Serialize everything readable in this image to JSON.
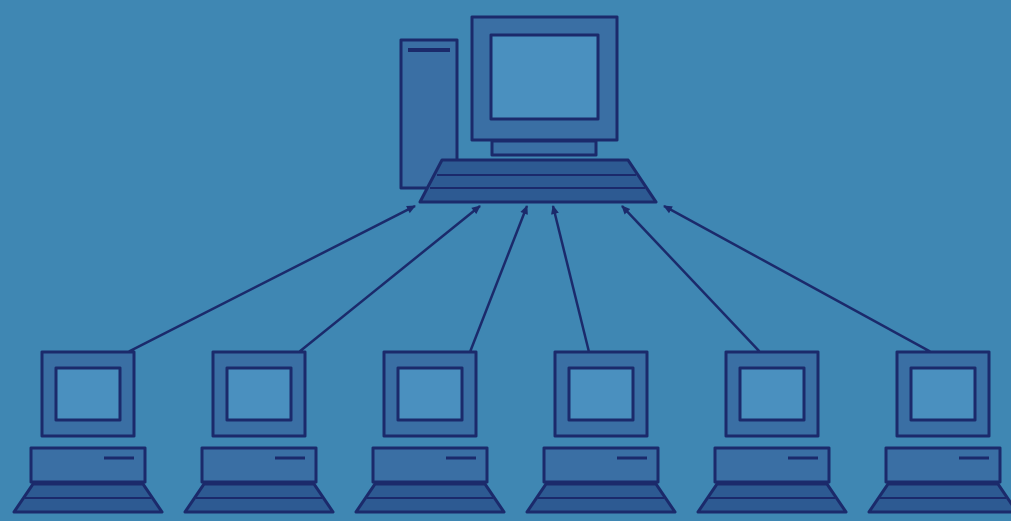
{
  "diagram": {
    "background_color": "#3f87b3",
    "stroke_color": "#1b2a6b",
    "fill_color": "#3a6fa4",
    "screen_color": "#4a90bf",
    "server": {
      "icon": "desktop-server-icon",
      "parts": [
        "tower",
        "monitor",
        "keyboard"
      ]
    },
    "clients": [
      {
        "icon": "client-computer-icon"
      },
      {
        "icon": "client-computer-icon"
      },
      {
        "icon": "client-computer-icon"
      },
      {
        "icon": "client-computer-icon"
      },
      {
        "icon": "client-computer-icon"
      },
      {
        "icon": "client-computer-icon"
      }
    ],
    "connections": [
      {
        "from": "client-1",
        "to": "server"
      },
      {
        "from": "client-2",
        "to": "server"
      },
      {
        "from": "client-3",
        "to": "server"
      },
      {
        "from": "client-4",
        "to": "server"
      },
      {
        "from": "client-5",
        "to": "server"
      },
      {
        "from": "client-6",
        "to": "server"
      }
    ]
  }
}
